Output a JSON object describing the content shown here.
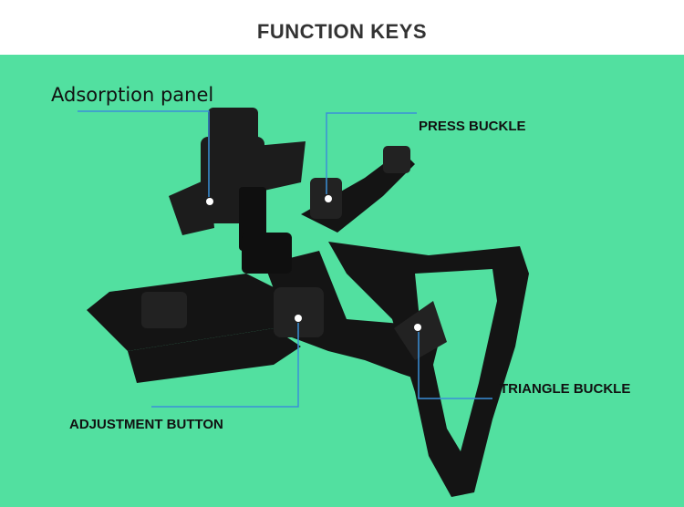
{
  "title": "FUNCTION KEYS",
  "labels": {
    "adsorption": "Adsorption panel",
    "press_buckle": "PRESS BUCKLE",
    "triangle_buckle": "TRIANGLE BUCKLE",
    "adjustment_button": "ADJUSTMENT BUTTON"
  },
  "colors": {
    "band": "#52e0a0",
    "strap": "#141414",
    "leader_line": "#3a8fd8"
  }
}
